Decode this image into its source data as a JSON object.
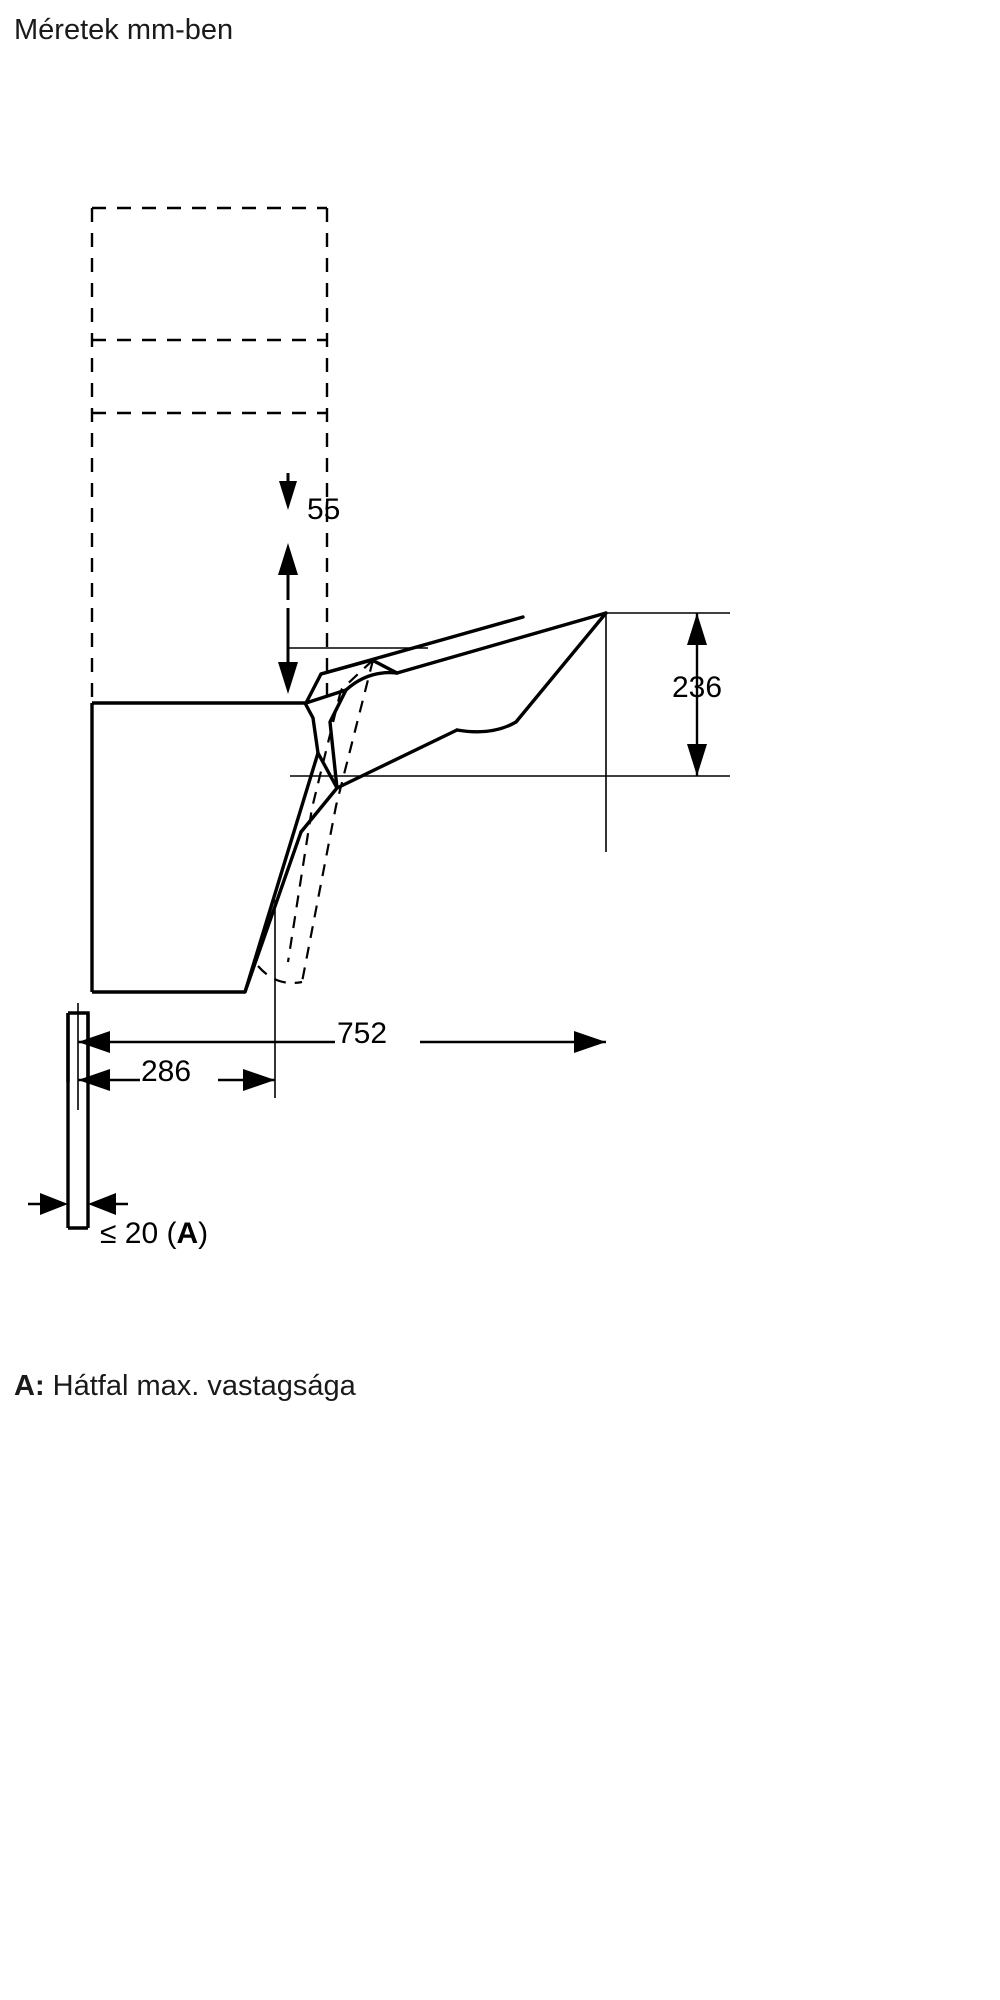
{
  "document": {
    "title": "Méretek mm-ben",
    "footnote_key": "A:",
    "footnote_text": "Hátfal max. vastagsága",
    "language": "hu",
    "units": "mm",
    "line_color": "#000000",
    "background_color": "#ffffff"
  },
  "dimensions": {
    "depth_55": "55",
    "height_236": "236",
    "width_752": "752",
    "width_286": "286",
    "wall_thickness": "≤ 20 (",
    "wall_thickness_ref": "A",
    "wall_thickness_close": ")"
  },
  "chart_data": {
    "type": "diagram",
    "title": "Méretek mm-ben",
    "subtitle": "",
    "xlabel": "",
    "ylabel": "",
    "drawing_kind": "technical-dimension-drawing",
    "subject": "extractor hood side view with cabinet outline",
    "annotations": [
      {
        "label": "55",
        "kind": "vertical-dimension",
        "value": 55,
        "units": "mm"
      },
      {
        "label": "236",
        "kind": "vertical-dimension",
        "value": 236,
        "units": "mm"
      },
      {
        "label": "752",
        "kind": "horizontal-dimension",
        "value": 752,
        "units": "mm"
      },
      {
        "label": "286",
        "kind": "horizontal-dimension",
        "value": 286,
        "units": "mm"
      },
      {
        "label": "≤ 20 (A)",
        "kind": "horizontal-dimension",
        "value": 20,
        "units": "mm"
      }
    ],
    "legend": [
      {
        "key": "A",
        "text": "Hátfal max. vastagsága"
      }
    ]
  }
}
